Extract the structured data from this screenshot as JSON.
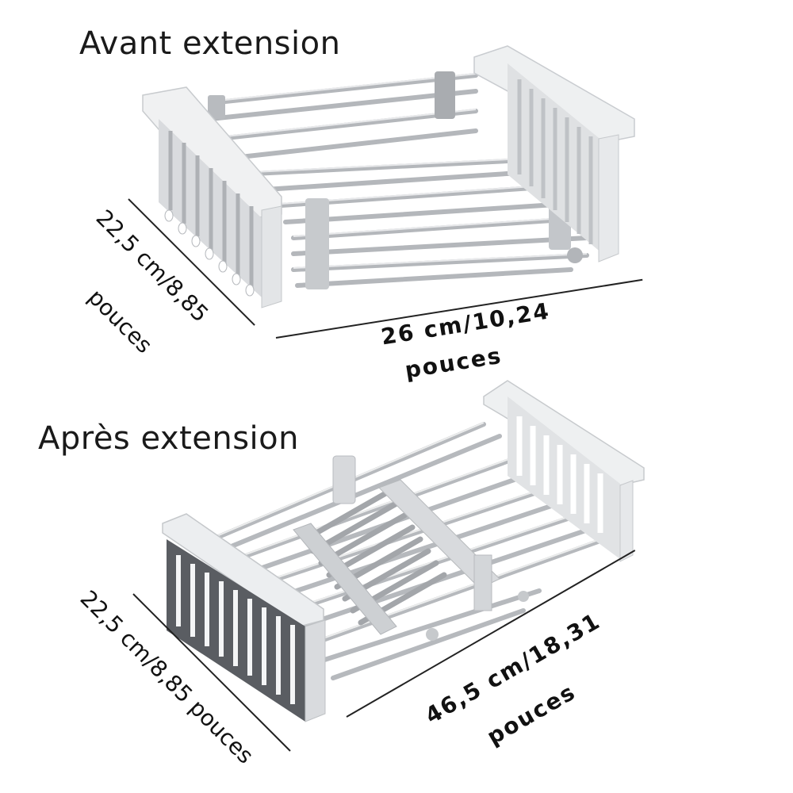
{
  "before": {
    "title": "Avant extension",
    "depth_label_line1": "22,5 cm/8,85",
    "depth_label_line2": "pouces",
    "width_label_line1": "26 cm/10,24",
    "width_label_line2": "pouces"
  },
  "after": {
    "title": "Après extension",
    "depth_label": "22,5 cm/8,85 pouces",
    "width_label_line1": "46,5 cm/18,31",
    "width_label_line2": "pouces"
  },
  "colors": {
    "background": "#ffffff",
    "frame": "#e2e4e6",
    "frame_shadow": "#b9bcc0",
    "rod": "#c8cacd",
    "rod_dark": "#8e9196",
    "text": "#111111"
  }
}
